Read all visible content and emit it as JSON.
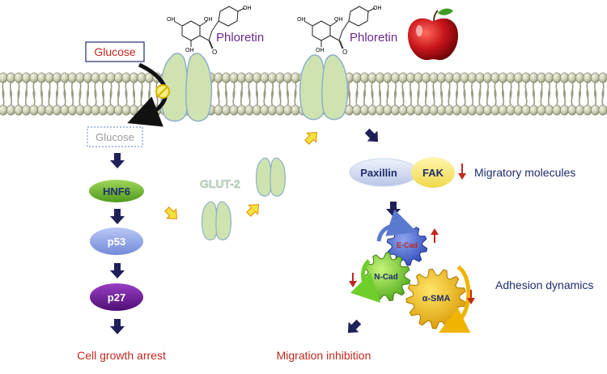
{
  "molecules": {
    "phloretin_left": "Phloretin",
    "phloretin_right": "Phloretin",
    "oh": "OH",
    "o": "O"
  },
  "glucose": {
    "outside": "Glucose",
    "inside": "Glucose"
  },
  "transporter": {
    "label": "GLUT-2"
  },
  "pathway": {
    "hnf6": "HNF6",
    "p53": "p53",
    "p27": "p27",
    "outcome": "Cell growth arrest"
  },
  "migration": {
    "paxillin": "Paxillin",
    "fak": "FAK",
    "migratory_label": "Migratory molecules",
    "ecad": "E-Cad",
    "ncad": "N-Cad",
    "asma": "α-SMA",
    "adhesion_label": "Adhesion dynamics",
    "outcome": "Migration inhibition"
  },
  "colors": {
    "transporter_fill": "#cfe3b0",
    "transporter_stroke": "#8fb0c8",
    "dark_arrow": "#1f1f5a",
    "yellow_arrow": "#f5e23c",
    "red_text": "#c0281f",
    "purple_text": "#6a2a8c",
    "navy_text": "#1f2d6b"
  }
}
